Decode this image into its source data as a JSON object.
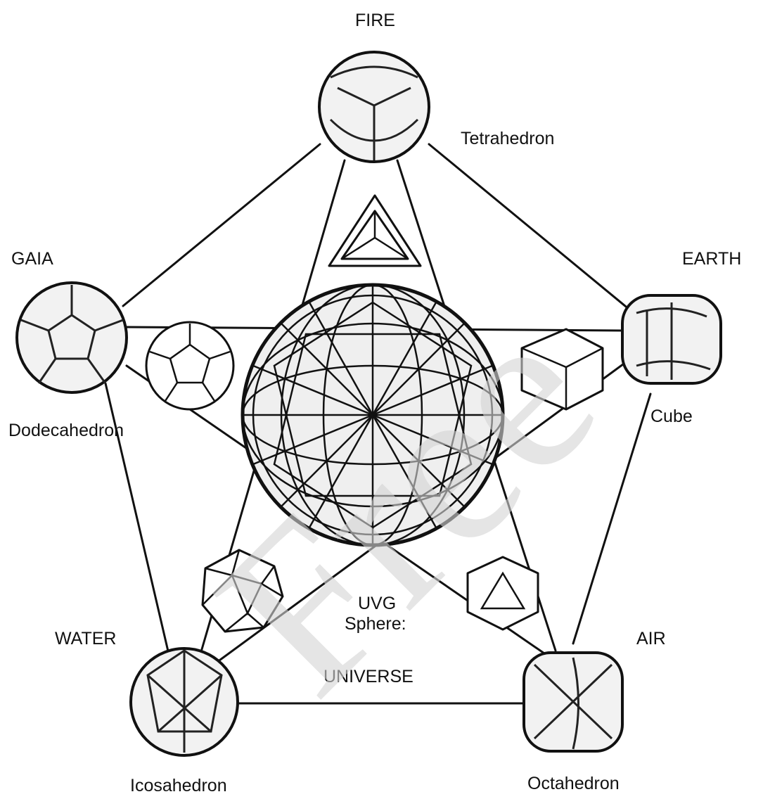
{
  "elements": {
    "fire": "FIRE",
    "earth": "EARTH",
    "air": "AIR",
    "water": "WATER",
    "gaia": "GAIA"
  },
  "solids": {
    "tetrahedron": "Tetrahedron",
    "cube": "Cube",
    "octahedron": "Octahedron",
    "icosahedron": "Icosahedron",
    "dodecahedron": "Dodecahedron"
  },
  "center": {
    "line1": "UVG",
    "line2": "Sphere:",
    "line3": "UNIVERSE"
  },
  "watermark": "Free"
}
